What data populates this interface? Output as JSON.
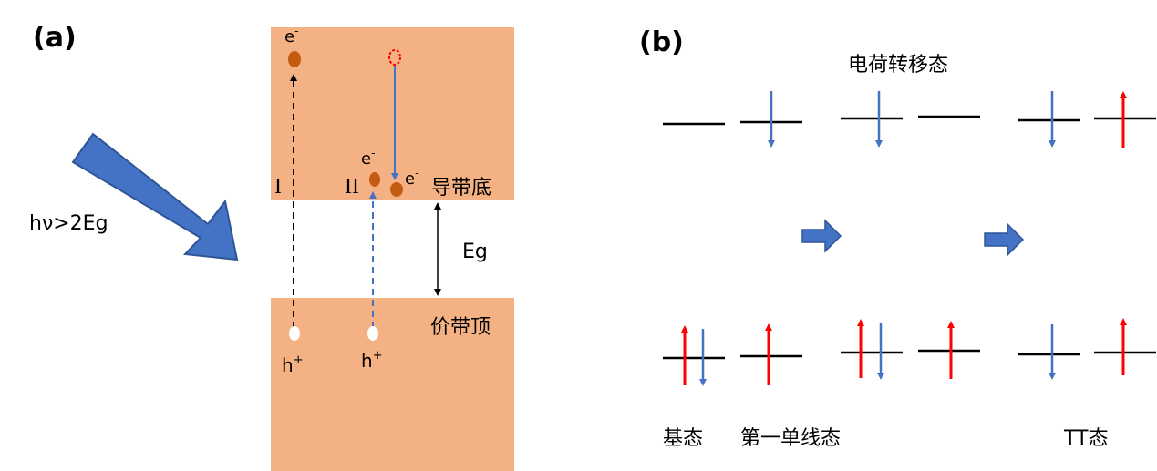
{
  "panel_a": {
    "label": "(a)",
    "incident_light": "hν>2Eg",
    "electron": "e",
    "electron_sup": "-",
    "hole": "h",
    "hole_sup": "+",
    "path_1": "I",
    "path_2": "II",
    "gap": "Eg",
    "conduction_band_bottom": "导带底",
    "valence_band_top": "价带顶",
    "colors": {
      "band": "#f4b183",
      "electron": "#c55a11",
      "arrow_blue": "#4472c4",
      "empty_state": "#ff0000"
    }
  },
  "panel_b": {
    "label": "(b)",
    "charge_transfer_state": "电荷转移态",
    "ground_state": "基态",
    "first_singlet_state": "第一单线态",
    "tt_state": "TT态",
    "colors": {
      "spin_up": "#ff0000",
      "spin_down": "#4472c4",
      "level": "#000000",
      "step_arrow": "#4472c4"
    }
  }
}
